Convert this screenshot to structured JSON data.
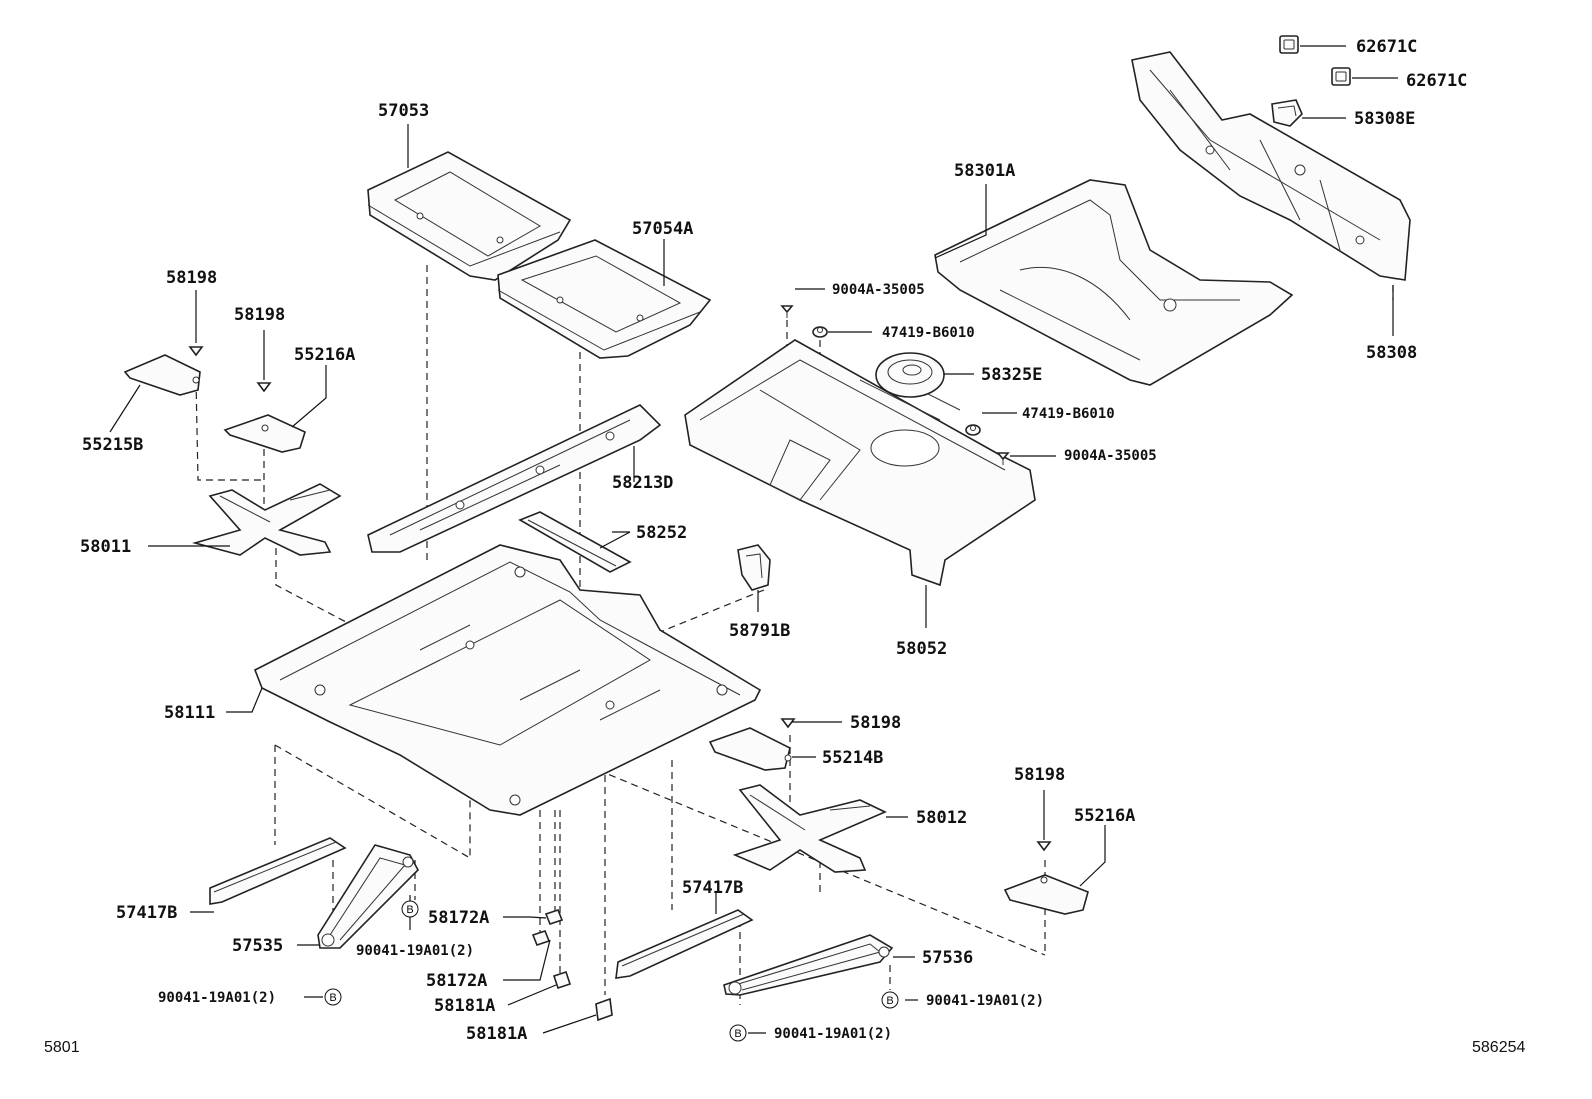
{
  "parts": {
    "p62671c_a": "62671C",
    "p62671c_b": "62671C",
    "p58308e": "58308E",
    "p58308": "58308",
    "p57053": "57053",
    "p58301a": "58301A",
    "p57054a": "57054A",
    "p58198_a": "58198",
    "p58198_b": "58198",
    "p55216a_a": "55216A",
    "p9004a_a": "9004A-35005",
    "p47419_a": "47419-B6010",
    "p58325e": "58325E",
    "p47419_b": "47419-B6010",
    "p9004a_b": "9004A-35005",
    "p55215b": "55215B",
    "p58213d": "58213D",
    "p58011": "58011",
    "p58252": "58252",
    "p58791b": "58791B",
    "p58052": "58052",
    "p58111": "58111",
    "p58198_c": "58198",
    "p55214b": "55214B",
    "p58198_d": "58198",
    "p55216a_b": "55216A",
    "p58012": "58012",
    "p57417b_a": "57417B",
    "p57417b_b": "57417B",
    "p58172a_a": "58172A",
    "p57535": "57535",
    "p90041_a": "90041-19A01(2)",
    "p58172a_b": "58172A",
    "p57536": "57536",
    "p90041_b": "90041-19A01(2)",
    "p90041_c": "90041-19A01(2)",
    "p58181a_a": "58181A",
    "p58181a_b": "58181A",
    "p90041_d": "90041-19A01(2)"
  },
  "bolt_marker": "B",
  "footer": {
    "left_code": "5801",
    "right_code": "586254"
  }
}
